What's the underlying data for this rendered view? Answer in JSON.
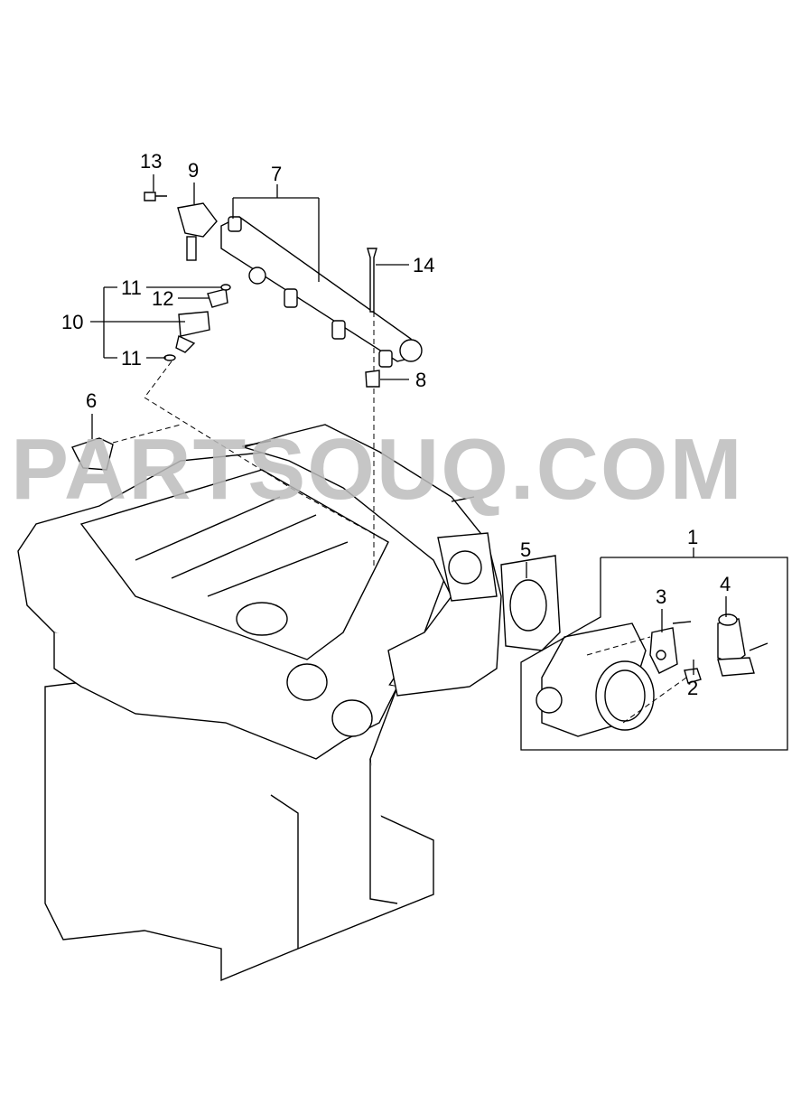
{
  "watermark": "PARTSOUQ.COM",
  "callouts": {
    "c1": "1",
    "c2": "2",
    "c3": "3",
    "c4": "4",
    "c5": "5",
    "c6": "6",
    "c7": "7",
    "c8": "8",
    "c9": "9",
    "c10": "10",
    "c11a": "11",
    "c11b": "11",
    "c12": "12",
    "c13": "13",
    "c14": "14"
  }
}
